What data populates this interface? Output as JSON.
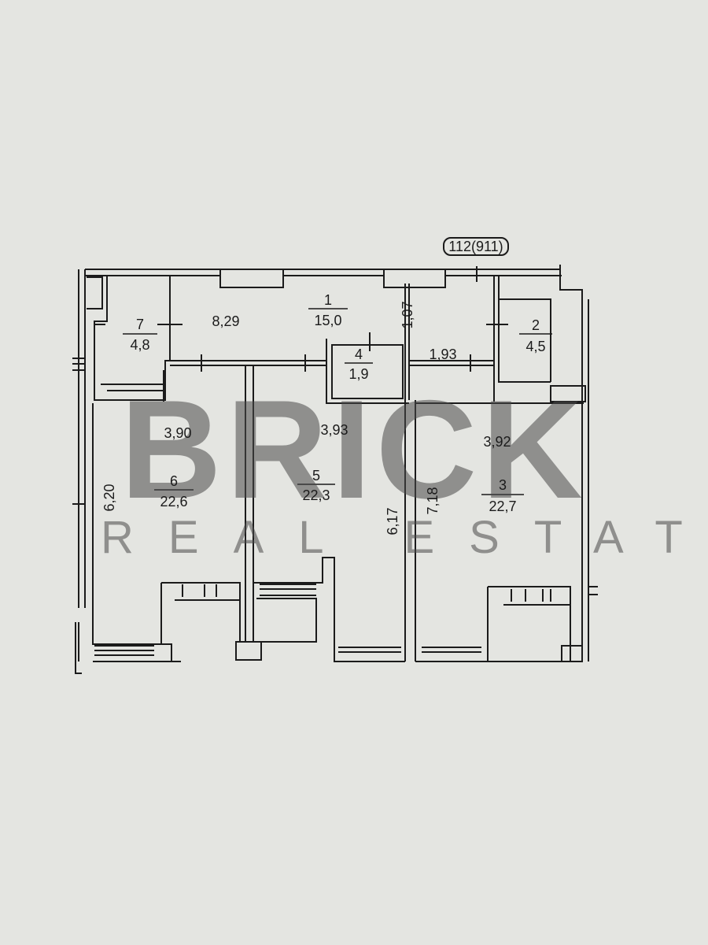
{
  "plan_id": "112(911)",
  "watermark": {
    "brand": "BRICK",
    "tagline": "REAL ESTATE"
  },
  "rooms": [
    {
      "id": "room-1",
      "number": "1",
      "area": "15,0"
    },
    {
      "id": "room-2",
      "number": "2",
      "area": "4,5"
    },
    {
      "id": "room-3",
      "number": "3",
      "area": "22,7"
    },
    {
      "id": "room-4",
      "number": "4",
      "area": "1,9"
    },
    {
      "id": "room-5",
      "number": "5",
      "area": "22,3"
    },
    {
      "id": "room-6",
      "number": "6",
      "area": "22,6"
    },
    {
      "id": "room-7",
      "number": "7",
      "area": "4,8"
    }
  ],
  "dimensions": [
    "8,29",
    "1,07",
    "1,93",
    "3,90",
    "3,93",
    "3,92",
    "6,20",
    "6,17",
    "7,18"
  ],
  "colors": {
    "paper": "#e4e5e1",
    "ink": "#1b1b1b",
    "watermark": "#4a4a4a"
  }
}
